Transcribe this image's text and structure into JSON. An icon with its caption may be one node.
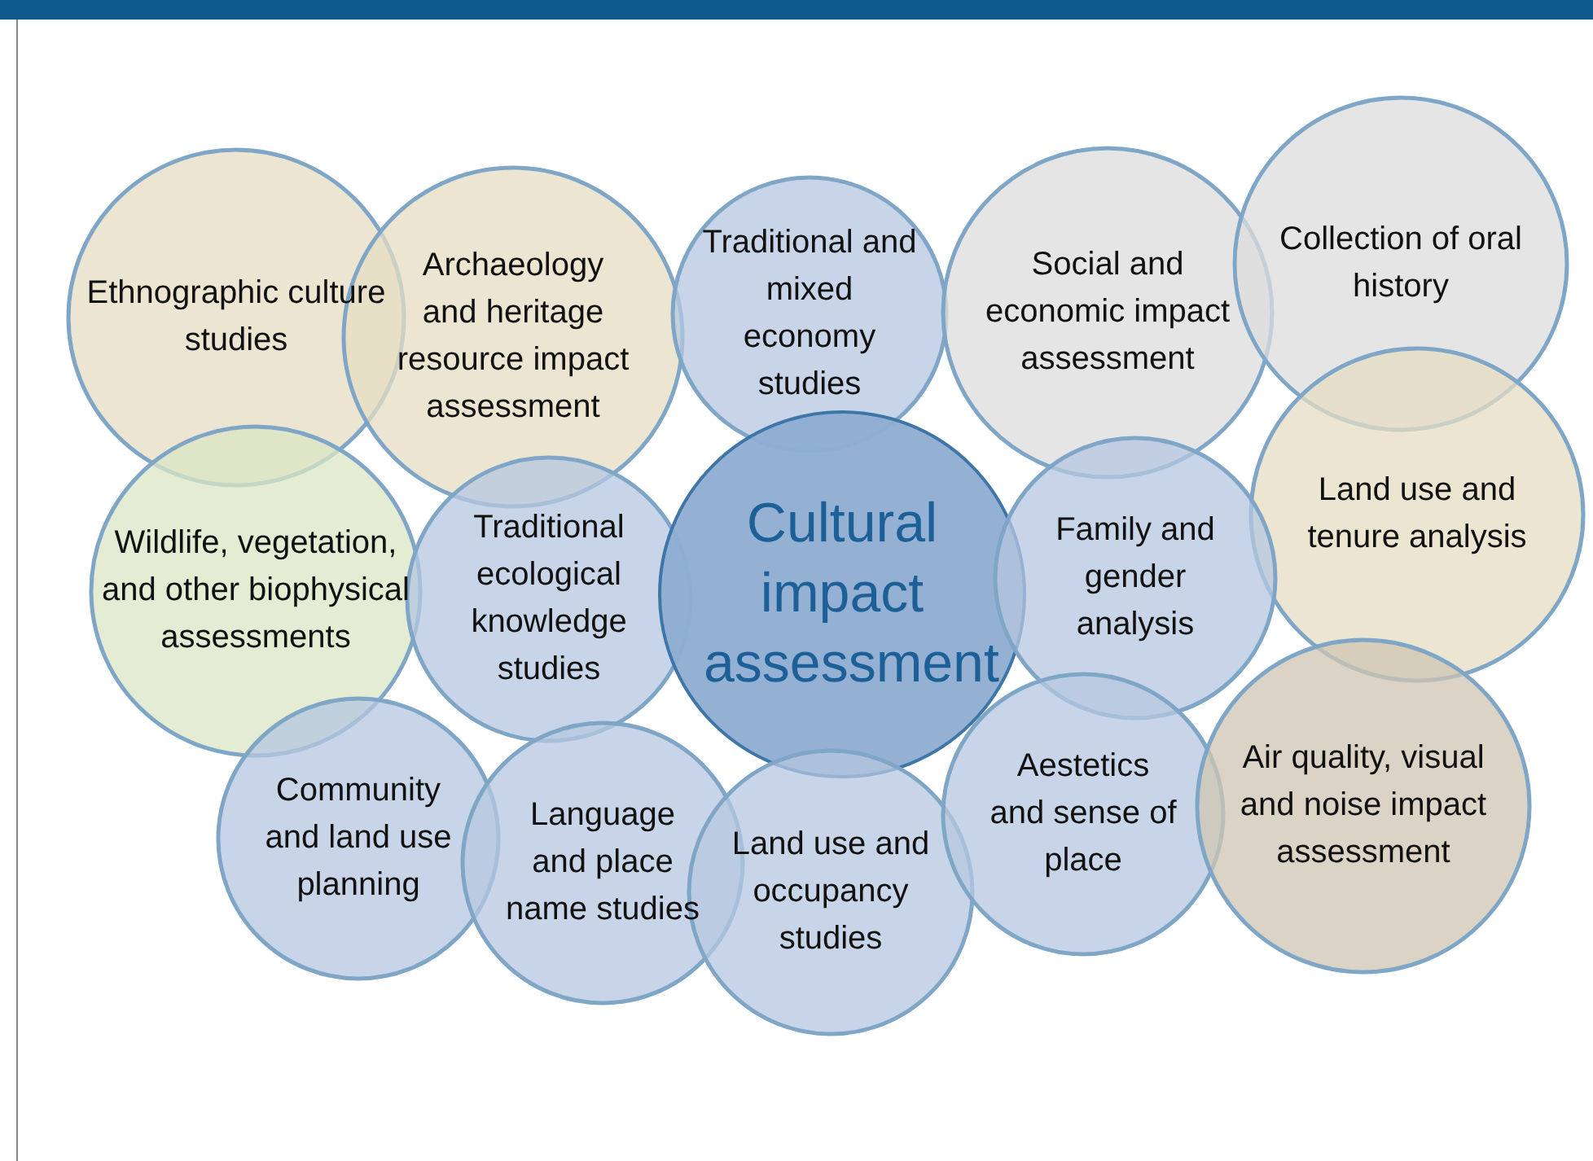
{
  "diagram": {
    "nodes": [
      {
        "text": [
          "Ethnographic culture studies"
        ]
      },
      {
        "text": [
          "Archaeology and heritage resource impact assessment"
        ]
      },
      {
        "text": [
          "Traditional and mixed economy studies"
        ]
      },
      {
        "text": [
          "Social and economic impact assessment"
        ]
      },
      {
        "text": [
          "Collection of oral history"
        ]
      },
      {
        "text": [
          "Land use and tenure analysis"
        ]
      },
      {
        "text": [
          "Wildlife, vegetation, and other biophysical assessments"
        ]
      },
      {
        "text": [
          "Traditional ecological knowledge studies"
        ]
      },
      {
        "text": [
          "Cultural impact assessment"
        ]
      },
      {
        "text": [
          "Family and gender analysis"
        ]
      },
      {
        "text": [
          "Community and land use planning"
        ]
      },
      {
        "text": [
          "Language and place name studies"
        ]
      },
      {
        "text": [
          "Land use and occupancy studies"
        ]
      },
      {
        "text": [
          "Aestetics and sense of place"
        ]
      },
      {
        "text": [
          "Air quality, visual and noise impact assessment"
        ]
      }
    ]
  }
}
